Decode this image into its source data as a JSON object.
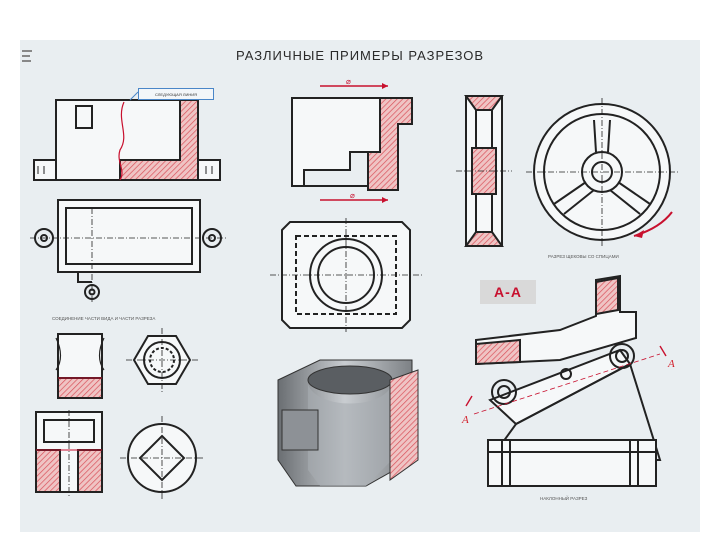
{
  "title": "РАЗЛИЧНЫЕ ПРИМЕРЫ РАЗРЕЗОВ",
  "labels": {
    "callout": "СЛЕДУЮЩАЯ ЛИНИЯ",
    "view_section": "СОЕДИНЕНИЕ ЧАСТИ ВИДА И ЧАСТИ РАЗРЕЗА",
    "wheel_caption": "РАЗРЕЗ ЩЕКОВЫ СО СПИЦАМИ",
    "section_badge": "А-А",
    "cut_left": "А",
    "cut_right": "А",
    "bottom_caption": "НАКЛОННЫЙ РАЗРЕЗ",
    "dim_top": "⌀",
    "dim_bottom": "⌀"
  },
  "colors": {
    "poster_bg": "#e9eef1",
    "line": "#222222",
    "hatch": "#d9505a",
    "hatch_fill": "#efc4c4",
    "accent": "#d21e2a",
    "badge_bg": "#d9d9d9"
  }
}
